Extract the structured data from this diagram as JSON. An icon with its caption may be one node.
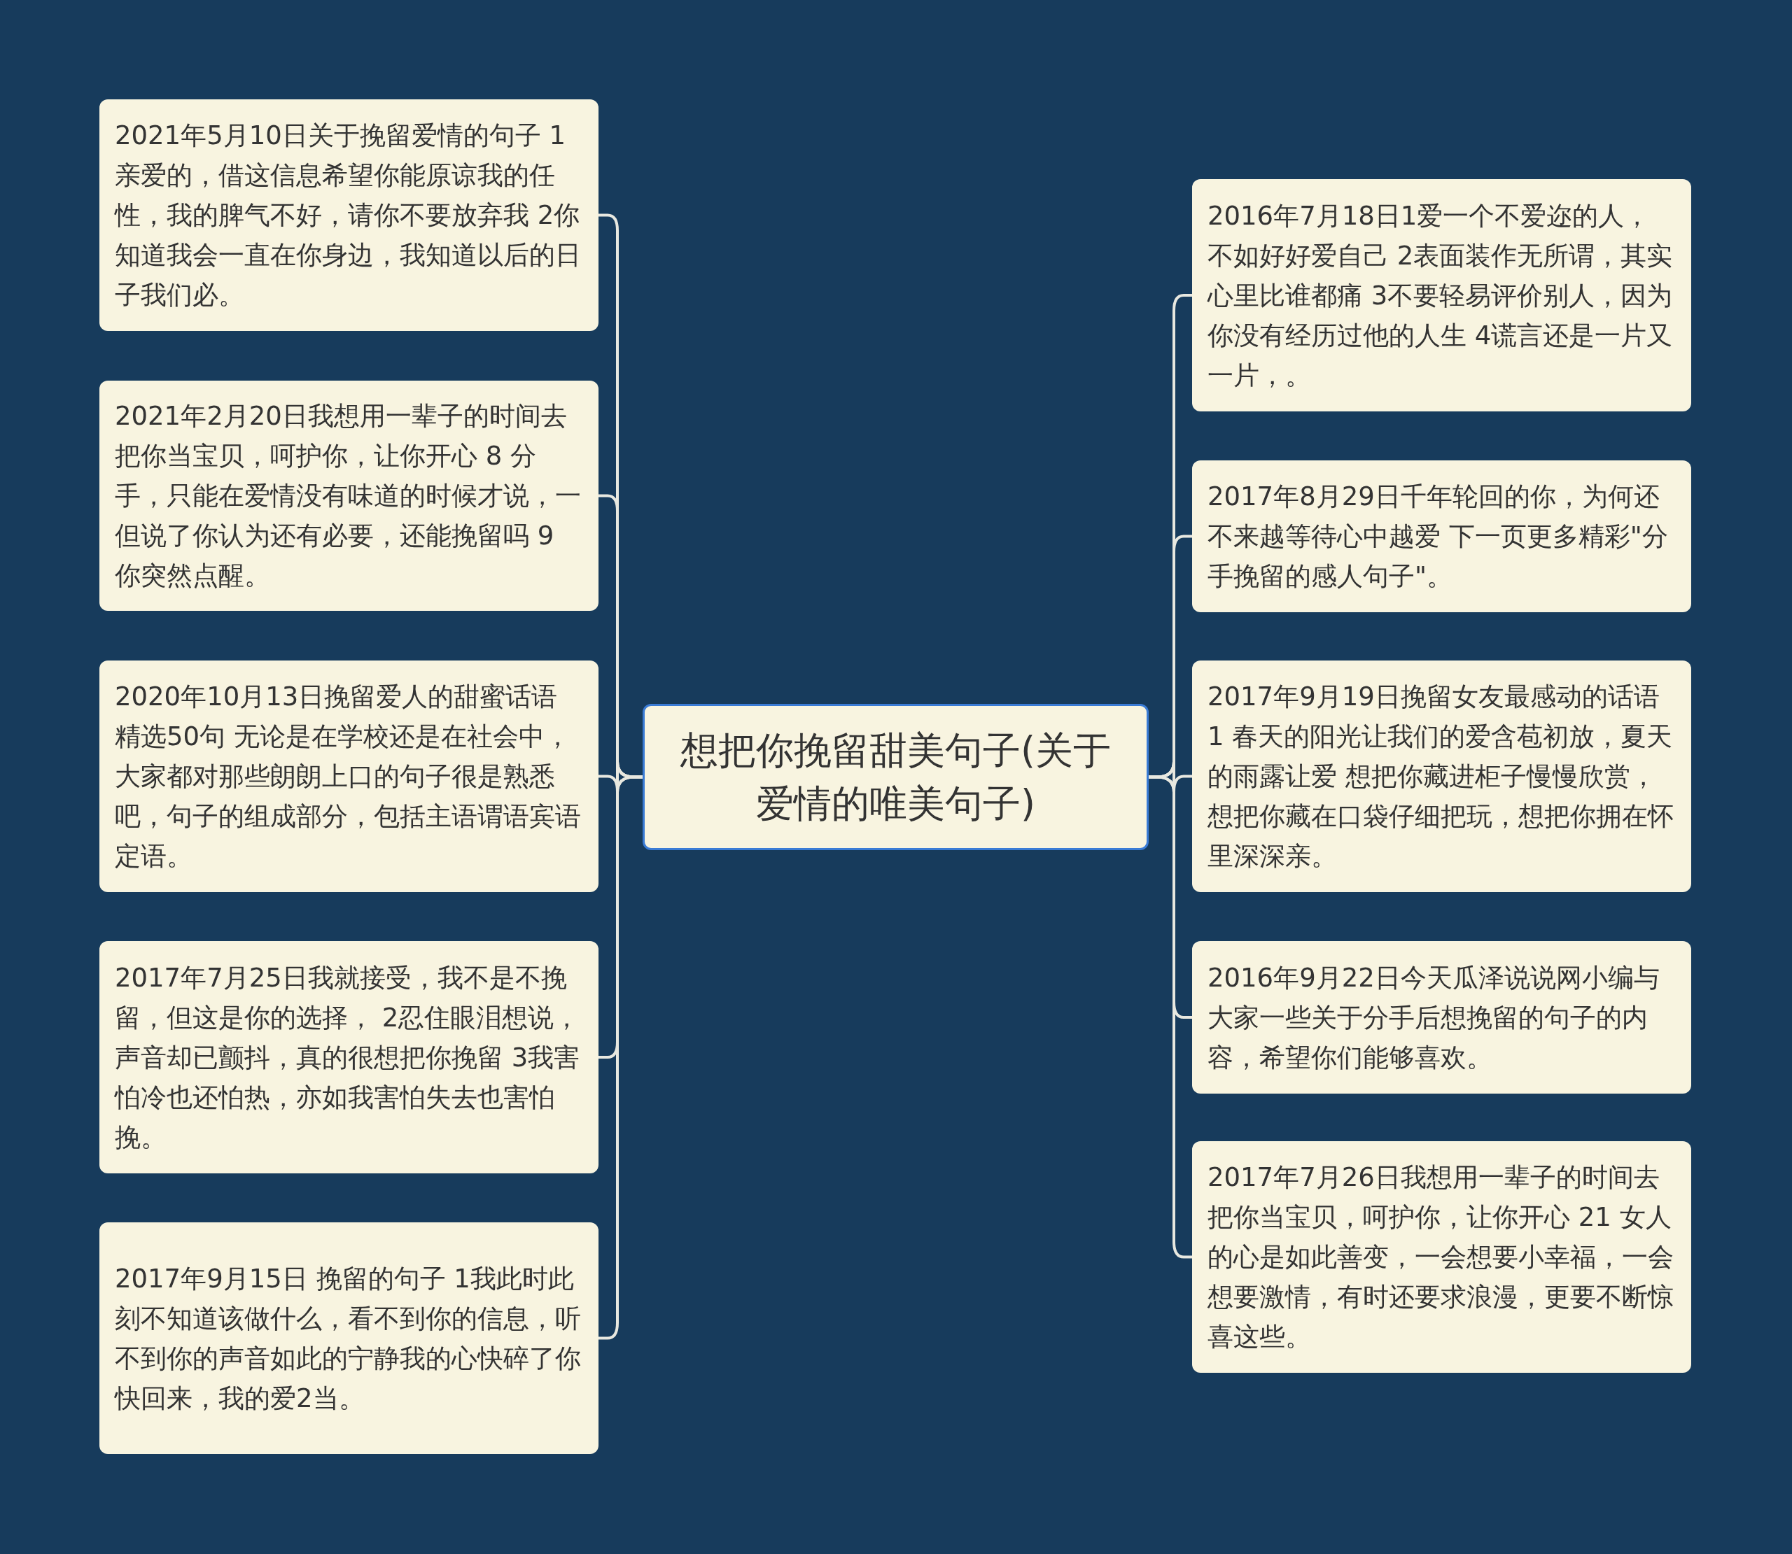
{
  "diagram": {
    "nodes": [
      {
        "text": [
          "想把你挽留甜美句子(关于爱情的唯美句子)"
        ]
      },
      {
        "text": [
          "2021年5月10日关于挽留爱情的句子 1亲爱的，借这信息希望你能原谅我的任性，我的脾气不好，请你不要放弃我 2你知道我会一直在你身边，我知道以后的日子我们必。"
        ]
      },
      {
        "text": [
          "2021年2月20日我想用一辈子的时间去把你当宝贝，呵护你，让你开心 8 分手，只能在爱情没有味道的时候才说，一但说了你认为还有必要，还能挽留吗 9 你突然点醒。"
        ]
      },
      {
        "text": [
          "2020年10月13日挽留爱人的甜蜜话语精选50句 无论是在学校还是在社会中，大家都对那些朗朗上口的句子很是熟悉吧，句子的组成部分，包括主语谓语宾语定语。"
        ]
      },
      {
        "text": [
          "2017年7月25日我就接受，我不是不挽留，但这是你的选择， 2忍住眼泪想说，声音却已颤抖，真的很想把你挽留 3我害怕冷也还怕热，亦如我害怕失去也害怕挽。"
        ]
      },
      {
        "text": [
          "2017年9月15日 挽留的句子 1我此时此刻不知道该做什么，看不到你的信息，听不到你的声音如此的宁静我的心快碎了你快回来，我的爱2当。"
        ]
      },
      {
        "text": [
          "2016年7月18日1爱一个不爱迩的人，不如好好爱自己 2表面装作无所谓，其实心里比谁都痛 3不要轻易评价别人，因为你没有经历过他的人生 4谎言还是一片又一片，。"
        ]
      },
      {
        "text": [
          "2017年8月29日千年轮回的你，为何还不来越等待心中越爱 下一页更多精彩\"分手挽留的感人句子\"。"
        ]
      },
      {
        "text": [
          "2017年9月19日挽留女友最感动的话语 1 春天的阳光让我们的爱含苞初放，夏天的雨露让爱 想把你藏进柜子慢慢欣赏，想把你藏在口袋仔细把玩，想把你拥在怀里深深亲。"
        ]
      },
      {
        "text": [
          "2016年9月22日今天瓜泽说说网小编与大家一些关于分手后想挽留的句子的内容，希望你们能够喜欢。"
        ]
      },
      {
        "text": [
          "2017年7月26日我想用一辈子的时间去把你当宝贝，呵护你，让你开心 21 女人的心是如此善变，一会想要小幸福，一会想要激情，有时还要求浪漫，更要不断惊喜这些。"
        ]
      }
    ],
    "edges": [
      {
        "from": 0,
        "to": 1,
        "arrow": "none"
      },
      {
        "from": 0,
        "to": 2,
        "arrow": "none"
      },
      {
        "from": 0,
        "to": 3,
        "arrow": "none"
      },
      {
        "from": 0,
        "to": 4,
        "arrow": "none"
      },
      {
        "from": 0,
        "to": 5,
        "arrow": "none"
      },
      {
        "from": 0,
        "to": 6,
        "arrow": "none"
      },
      {
        "from": 0,
        "to": 7,
        "arrow": "none"
      },
      {
        "from": 0,
        "to": 8,
        "arrow": "none"
      },
      {
        "from": 0,
        "to": 9,
        "arrow": "none"
      },
      {
        "from": 0,
        "to": 10,
        "arrow": "none"
      }
    ]
  }
}
